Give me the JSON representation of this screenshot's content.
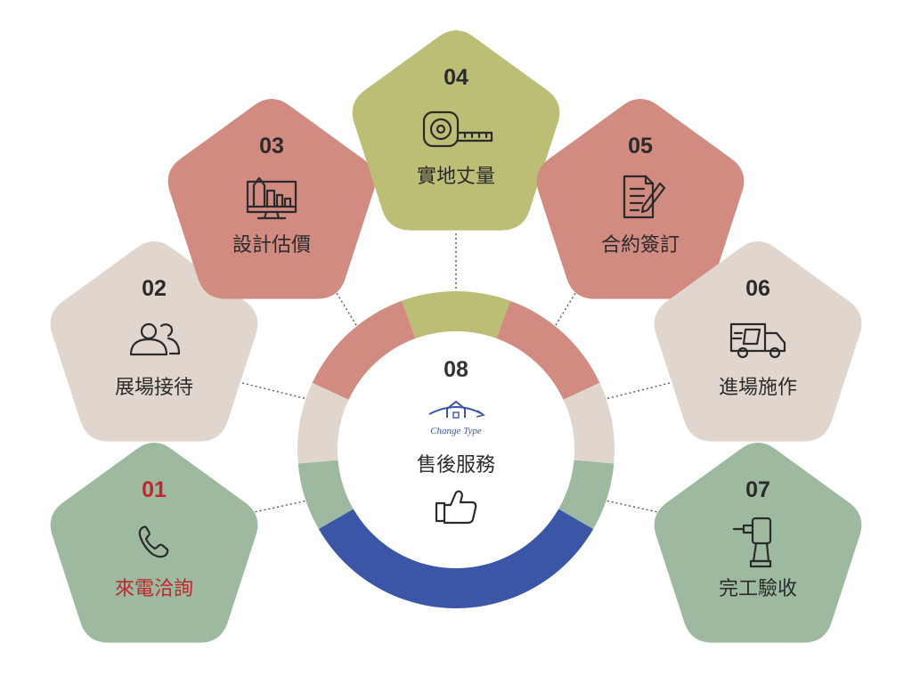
{
  "steps": [
    {
      "number": "01",
      "label": "來電洽詢",
      "icon": "phone-icon",
      "color": "#9dbaa1",
      "text_color": "#c0262d"
    },
    {
      "number": "02",
      "label": "展場接待",
      "icon": "people-icon",
      "color": "#e0d6cd",
      "text_color": "#2b2b2b"
    },
    {
      "number": "03",
      "label": "設計估價",
      "icon": "design-monitor-icon",
      "color": "#d18b80",
      "text_color": "#2b2b2b"
    },
    {
      "number": "04",
      "label": "實地丈量",
      "icon": "tape-measure-icon",
      "color": "#bbbe74",
      "text_color": "#2b2b2b"
    },
    {
      "number": "05",
      "label": "合約簽訂",
      "icon": "contract-pen-icon",
      "color": "#d18b80",
      "text_color": "#2b2b2b"
    },
    {
      "number": "06",
      "label": "進場施作",
      "icon": "delivery-truck-icon",
      "color": "#e0d6cd",
      "text_color": "#2b2b2b"
    },
    {
      "number": "07",
      "label": "完工驗收",
      "icon": "power-drill-icon",
      "color": "#9dbaa1",
      "text_color": "#2b2b2b"
    }
  ],
  "center": {
    "number": "08",
    "label": "售後服務",
    "brand": "Change Type",
    "brand_icon": "house-logo-icon",
    "icon": "thumbs-up-icon",
    "accent_color": "#3b56a6"
  }
}
